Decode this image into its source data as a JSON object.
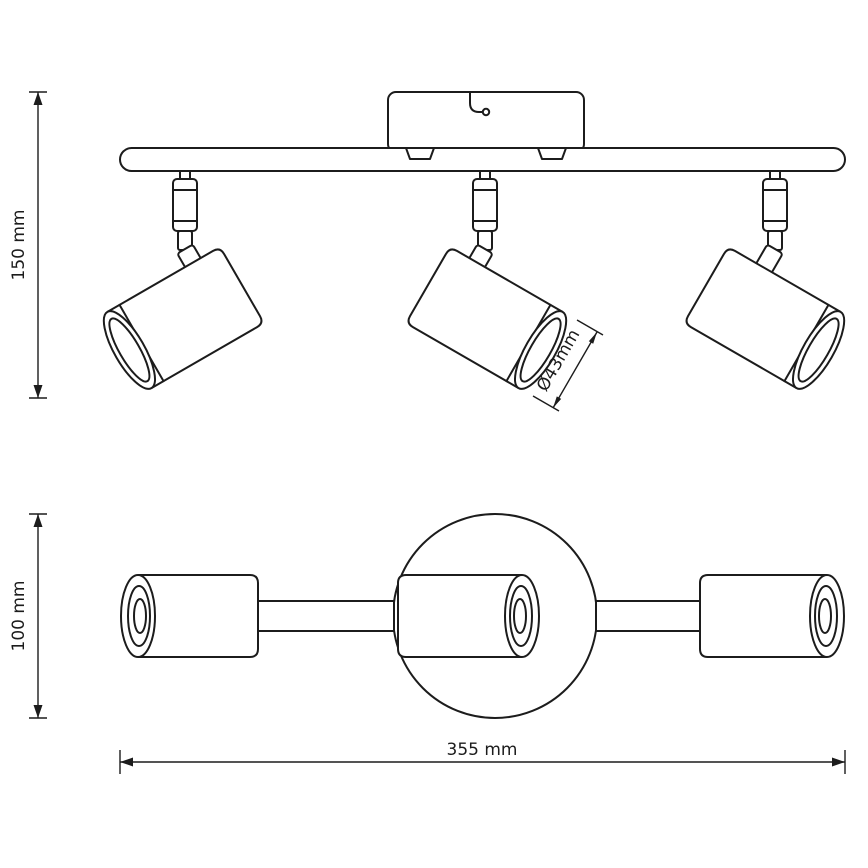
{
  "drawing": {
    "background": "#ffffff",
    "line_color": "#1c1c1c",
    "dimensions": {
      "height": {
        "label": "150 mm"
      },
      "depth": {
        "label": "100 mm"
      },
      "width": {
        "label": "355 mm"
      },
      "diameter": {
        "label": "Ø43mm"
      }
    }
  }
}
